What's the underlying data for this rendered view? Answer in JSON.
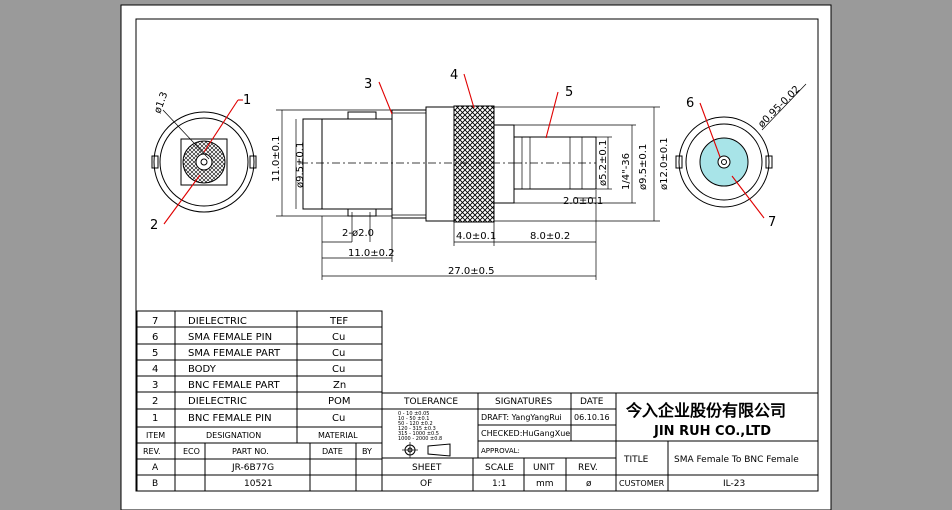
{
  "callouts": [
    "1",
    "2",
    "3",
    "4",
    "5",
    "6",
    "7"
  ],
  "dimensions": {
    "d13": "ø1.3",
    "h11": "11.0±0.1",
    "d95a": "ø9.5±0.1",
    "d2": "2-ø2.0",
    "l11": "11.0±0.2",
    "l27": "27.0±0.5",
    "l4": "4.0±0.1",
    "l8": "8.0±0.2",
    "d52": "ø5.2±0.1",
    "thread": "1/4\"-36",
    "d95b": "ø9.5±0.1",
    "d12": "ø12.0±0.1",
    "l2": "2.0±0.1",
    "d095": "ø0.95-0.02"
  },
  "bom": {
    "rows": [
      {
        "item": "7",
        "designation": "DIELECTRIC",
        "material": "TEF"
      },
      {
        "item": "6",
        "designation": "SMA FEMALE PIN",
        "material": "Cu"
      },
      {
        "item": "5",
        "designation": "SMA FEMALE PART",
        "material": "Cu"
      },
      {
        "item": "4",
        "designation": "BODY",
        "material": "Cu"
      },
      {
        "item": "3",
        "designation": "BNC FEMALE PART",
        "material": "Zn"
      },
      {
        "item": "2",
        "designation": "DIELECTRIC",
        "material": "POM"
      },
      {
        "item": "1",
        "designation": "BNC FEMALE PIN",
        "material": "Cu"
      }
    ],
    "headers": {
      "item": "ITEM",
      "designation": "DESIGNATION",
      "material": "MATERIAL"
    }
  },
  "revision": {
    "headers": {
      "rev": "REV.",
      "eco": "ECO",
      "part_no": "PART NO.",
      "date": "DATE",
      "by": "BY"
    },
    "rows": [
      {
        "rev": "A",
        "part_no": "JR-6B77G"
      },
      {
        "rev": "B",
        "part_no": "10521"
      }
    ]
  },
  "title_block": {
    "tolerance_label": "TOLERANCE",
    "tolerance_table": [
      "0 - 10   ±0.05",
      "10 - 50   ±0.1",
      "50 - 120   ±0.2",
      "120 - 315   ±0.3",
      "315 - 1000   ±0.5",
      "1000 - 2000   ±0.8"
    ],
    "signatures_label": "SIGNATURES",
    "date_label": "DATE",
    "draft": "DRAFT: YangYangRui",
    "draft_date": "06.10.16",
    "checked": "CHECKED:HuGangXue",
    "approval": "APPROVAL:",
    "company_cn": "今入企业股份有限公司",
    "company_en": "JIN  RUH  CO.,LTD",
    "sheet_label": "SHEET",
    "sheet_value": "OF",
    "scale_label": "SCALE",
    "scale_value": "1:1",
    "unit_label": "UNIT",
    "unit_value": "mm",
    "rev_label": "REV.",
    "rev_value": "ø",
    "title_label": "TITLE",
    "title_value": "SMA Female To BNC Female",
    "customer_label": "CUSTOMER",
    "customer_value": "IL-23"
  },
  "colors": {
    "background": "#9a9a9a",
    "paper": "#ffffff",
    "callout": "#e00000",
    "insulator": "#a8e4e8"
  }
}
